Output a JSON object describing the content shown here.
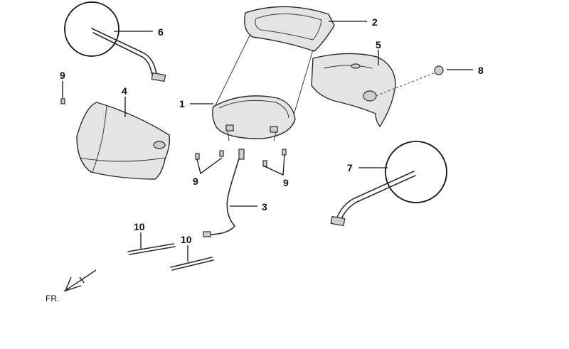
{
  "callouts": {
    "c1": "1",
    "c2": "2",
    "c3": "3",
    "c4": "4",
    "c5": "5",
    "c6": "6",
    "c7": "7",
    "c8": "8",
    "c9a": "9",
    "c9b": "9",
    "c9c": "9",
    "c10a": "10",
    "c10b": "10"
  },
  "direction_label": "FR."
}
